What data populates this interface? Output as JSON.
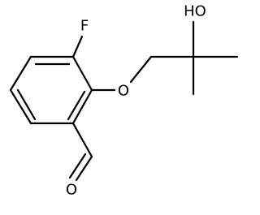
{
  "molecule": {
    "atoms": {
      "fluorine": "F",
      "ether_oxygen": "O",
      "aldehyde_oxygen": "O",
      "hydroxyl": "HO"
    },
    "colors": {
      "bond": "#000000",
      "label": "#000000",
      "background": "#ffffff"
    }
  }
}
